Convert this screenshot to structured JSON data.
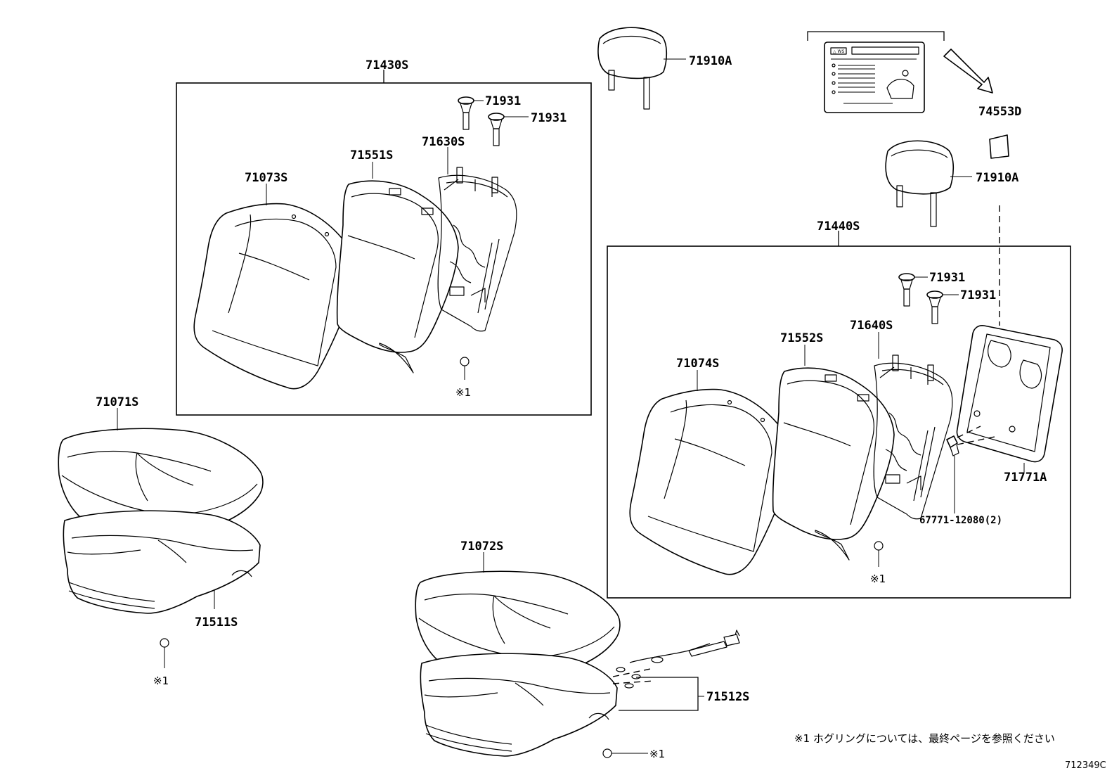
{
  "diagram": {
    "code": "712349C",
    "footnote": "※1 ホグリングについては、最終ページを参照ください",
    "symbol": "※1",
    "part_numbers": {
      "headrest": "71910A",
      "back_assy_left": "71430S",
      "back_assy_right": "71440S",
      "cover_left": "71073S",
      "cover_right": "71074S",
      "pad_left": "71551S",
      "pad_right": "71552S",
      "frame_left": "71630S",
      "frame_right": "71640S",
      "support": "71931",
      "cushion_cover_left": "71071S",
      "cushion_cover_right": "71072S",
      "cushion_pad_left": "71511S",
      "cushion_pad_right": "71512S",
      "label": "74553D",
      "board": "71771A",
      "clip": "67771-12080(2)"
    }
  }
}
